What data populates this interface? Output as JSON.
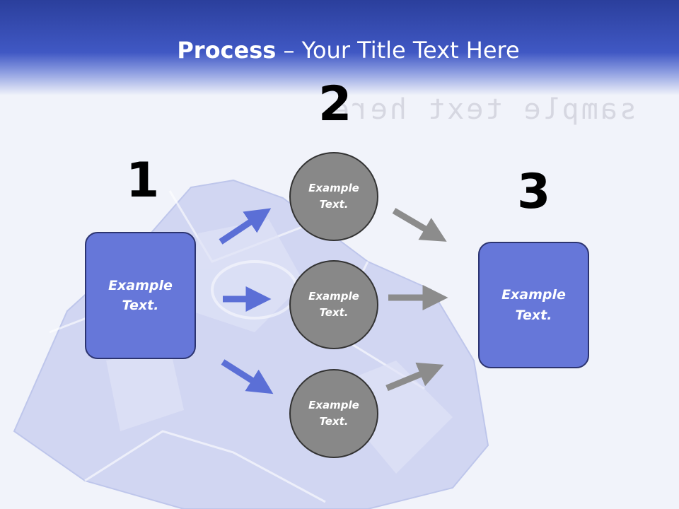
{
  "title": {
    "bold": "Process",
    "rest": " – Your Title Text Here"
  },
  "watermark_text": "sample text here",
  "steps": [
    {
      "number": "1",
      "label": "Example Text."
    },
    {
      "number": "2",
      "label": "Example Text."
    },
    {
      "number": "3",
      "label": "Example Text."
    }
  ],
  "circles": [
    {
      "label": "Example Text."
    },
    {
      "label": "Example Text."
    },
    {
      "label": "Example Text."
    }
  ],
  "colors": {
    "header": "#2b3f9c",
    "box_fill": "#6677d9",
    "circle_fill": "#888888",
    "blue_arrow": "#5b6fd6",
    "gray_arrow": "#8c8c8c"
  }
}
